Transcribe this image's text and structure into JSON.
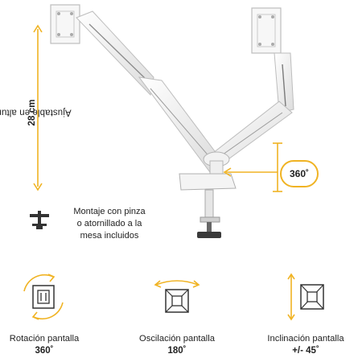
{
  "accent_color": "#f0b323",
  "height_adjust": {
    "text_prefix": "Ajustable en altura ",
    "value": "28 cm"
  },
  "rotation_badge": {
    "label": "360˚"
  },
  "mount_note": {
    "lines": [
      "Montaje con pinza",
      "o atornillado a la",
      "mesa incluidos"
    ]
  },
  "features": [
    {
      "label": "Rotación pantalla",
      "value": "360˚",
      "icon": "rotation-icon"
    },
    {
      "label": "Oscilación pantalla",
      "value": "180˚",
      "icon": "swivel-icon"
    },
    {
      "label": "Inclinación pantalla",
      "value": "+/- 45˚",
      "icon": "tilt-icon"
    }
  ],
  "icons": [
    "height-arrow-icon",
    "monitor-arm-product-image",
    "desk-clamp-icon"
  ]
}
